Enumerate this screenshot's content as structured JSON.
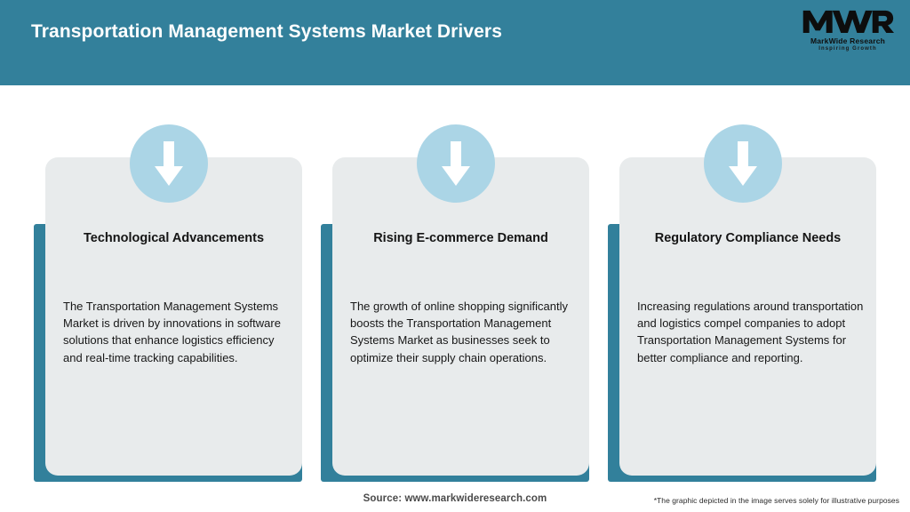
{
  "header": {
    "title": "Transportation Management Systems Market Drivers",
    "bar_color": "#33809B",
    "title_color": "#FFFFFF"
  },
  "logo": {
    "mark": "MWR",
    "name": "MarkWide Research",
    "tagline": "Inspiring Growth"
  },
  "theme": {
    "teal": "#32809B",
    "card_bg": "#E8EBEC",
    "badge_blue": "#ABD5E6",
    "arrow_color": "#FFFFFF",
    "page_bg": "#FFFFFF"
  },
  "cards": [
    {
      "icon": "down-arrow-icon",
      "title": "Technological Advancements",
      "body": "The Transportation Management Systems Market is driven by innovations in software solutions that enhance logistics efficiency and real-time tracking capabilities."
    },
    {
      "icon": "down-arrow-icon",
      "title": "Rising E-commerce Demand",
      "body": "The growth of online shopping significantly boosts the Transportation Management Systems Market as businesses seek to optimize their supply chain operations."
    },
    {
      "icon": "down-arrow-icon",
      "title": "Regulatory Compliance Needs",
      "body": "Increasing regulations around transportation and logistics compel companies to adopt Transportation Management Systems for better compliance and reporting."
    }
  ],
  "footer": {
    "source": "Source: www.markwideresearch.com",
    "disclaimer": "*The graphic depicted in the image serves solely for illustrative purposes"
  }
}
